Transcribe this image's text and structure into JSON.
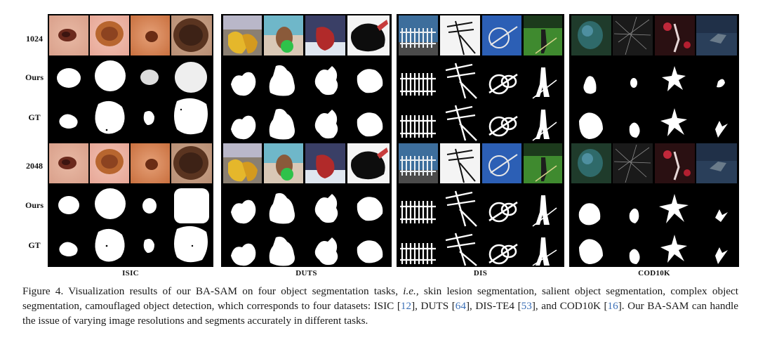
{
  "row_labels": [
    "1024",
    "Ours",
    "GT",
    "2048",
    "Ours",
    "GT"
  ],
  "panels": [
    {
      "label": "ISIC"
    },
    {
      "label": "DUTS"
    },
    {
      "label": "DIS"
    },
    {
      "label": "COD10K"
    }
  ],
  "caption": {
    "lead": "Figure 4. Visualization results of our BA-SAM on four object segmentation tasks, ",
    "ie": "i.e.,",
    "part1": " skin lesion segmentation, salient object segmentation, complex object segmentation, camouflaged object detection, which corresponds to four datasets: ISIC [",
    "ref_isic": "12",
    "part2": "], DUTS [",
    "ref_duts": "64",
    "part3": "], DIS-TE4 [",
    "ref_dis": "53",
    "part4": "], and COD10K [",
    "ref_cod": "16",
    "part5": "]. Our BA-SAM can handle the issue of varying image resolutions and segments accurately in different tasks."
  },
  "colors": {
    "panel_bg": "#000000",
    "mask": "#ffffff",
    "citation": "#3b6fb6"
  }
}
